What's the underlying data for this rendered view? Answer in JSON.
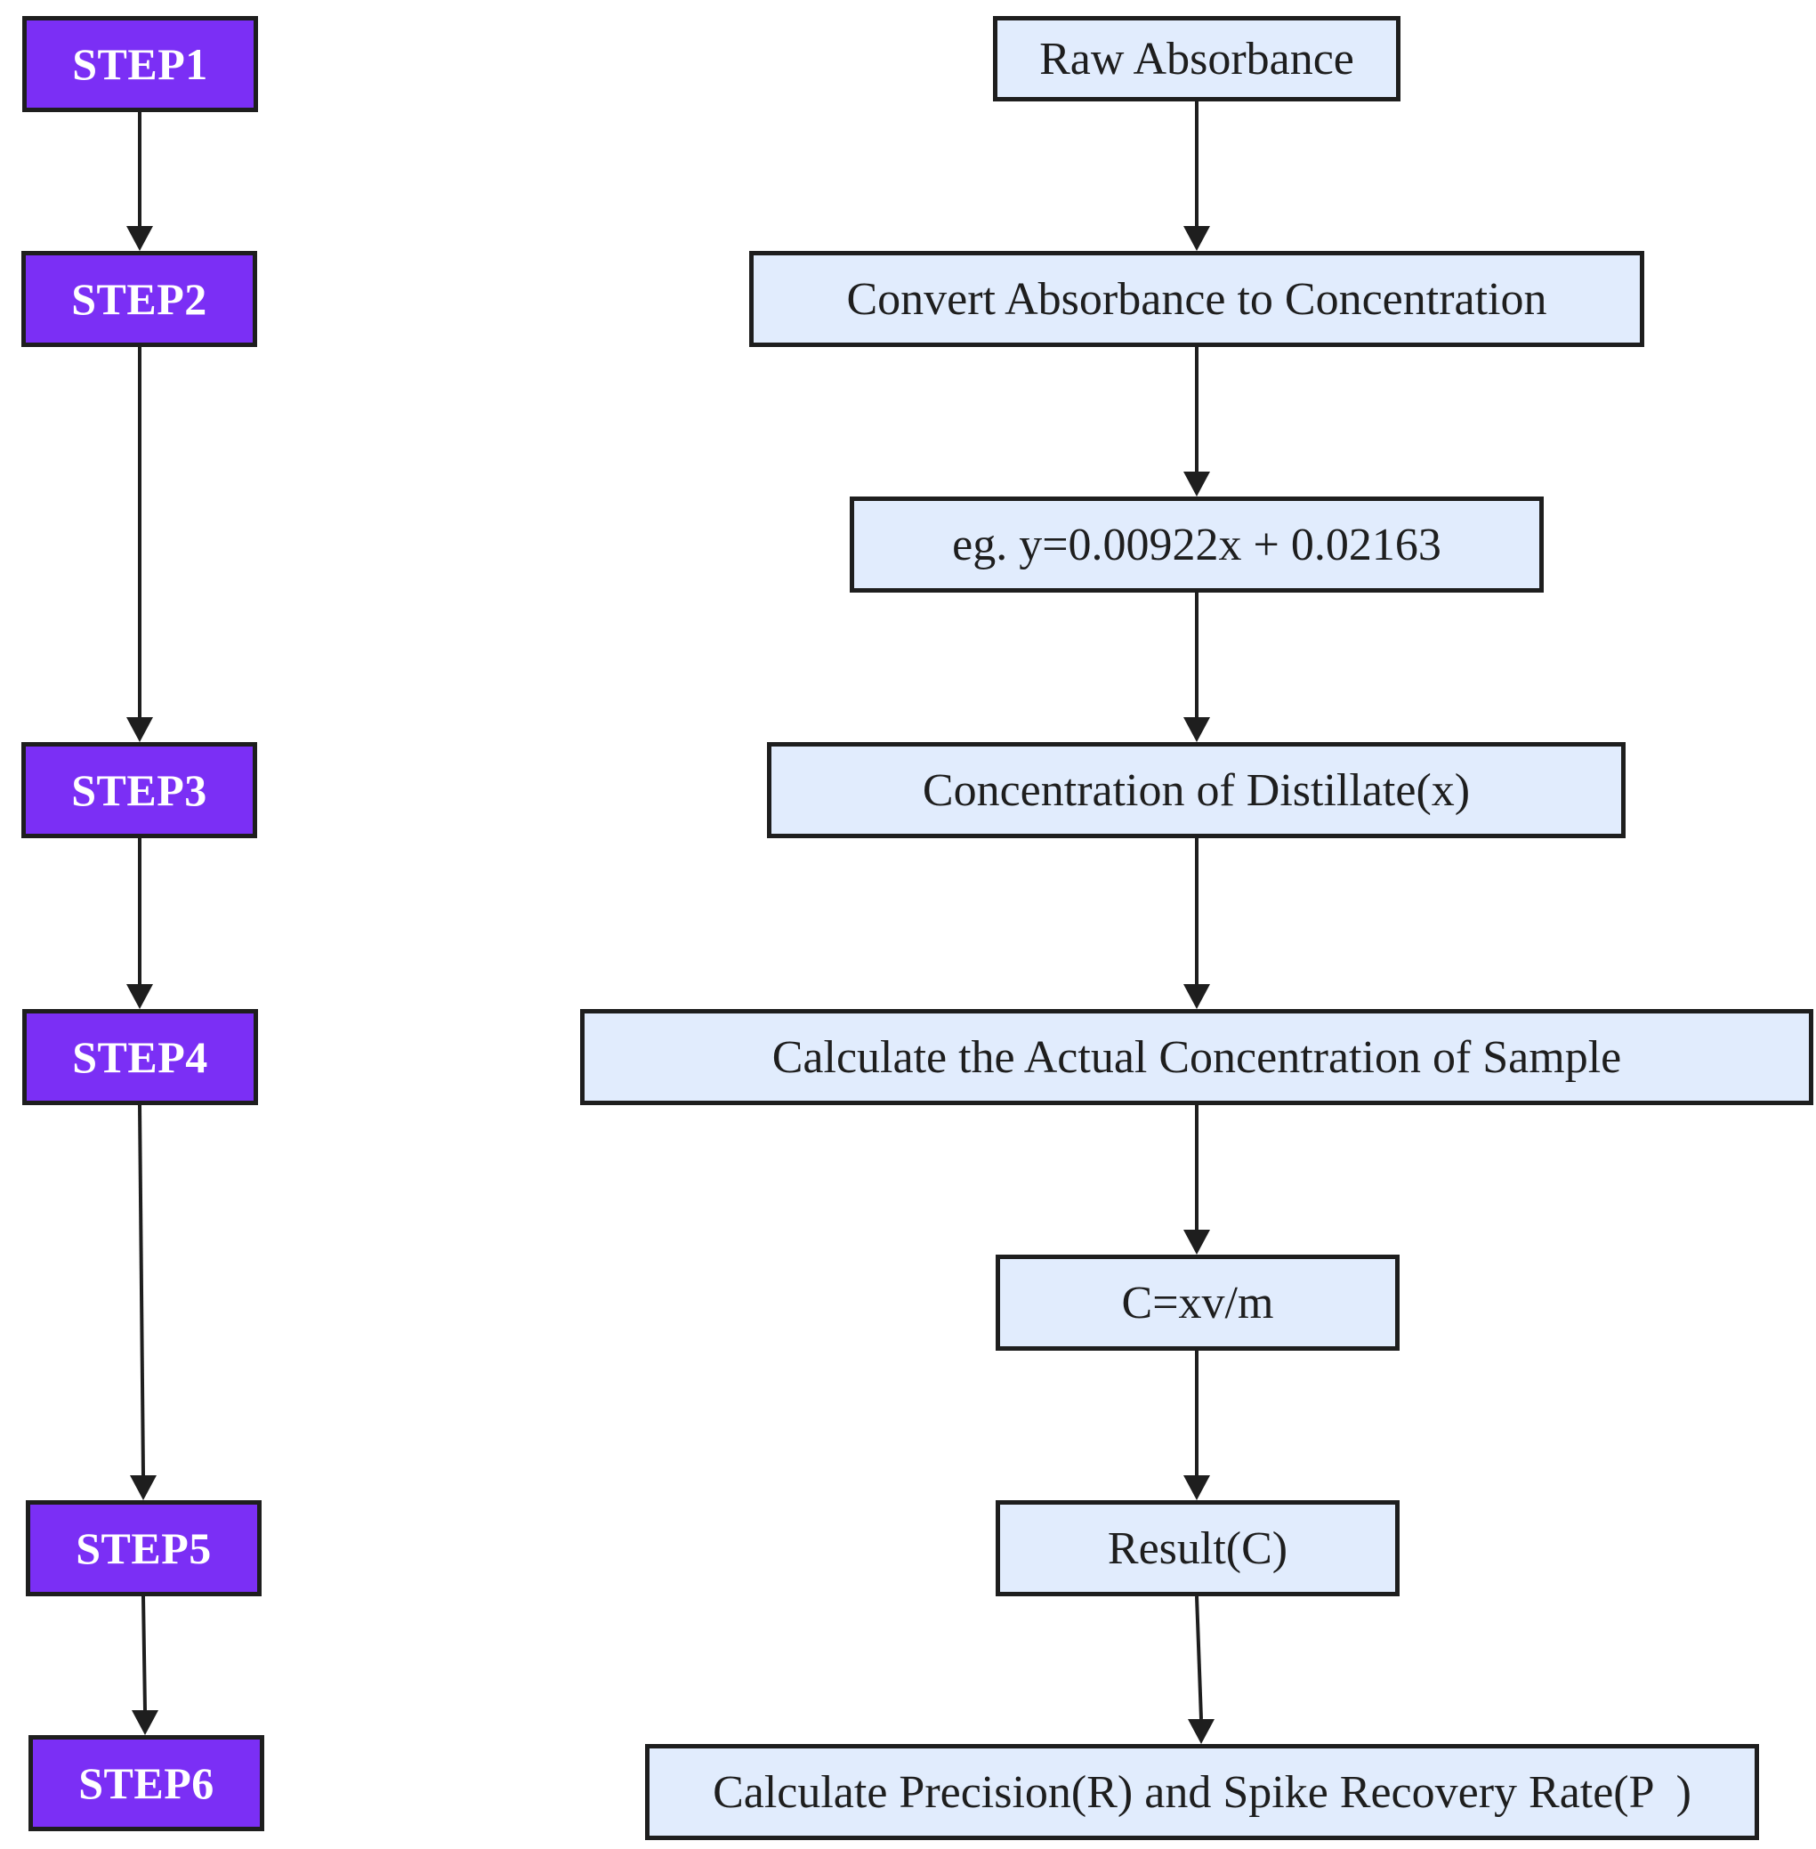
{
  "steps": [
    {
      "label": "STEP1"
    },
    {
      "label": "STEP2"
    },
    {
      "label": "STEP3"
    },
    {
      "label": "STEP4"
    },
    {
      "label": "STEP5"
    },
    {
      "label": "STEP6"
    }
  ],
  "process": [
    {
      "label": "Raw Absorbance"
    },
    {
      "label": "Convert Absorbance to Concentration"
    },
    {
      "label": "eg. y=0.00922x + 0.02163"
    },
    {
      "label": "Concentration of Distillate(x)"
    },
    {
      "label": "Calculate the Actual Concentration of Sample"
    },
    {
      "label": "C=xv/m"
    },
    {
      "label": "Result(C)"
    },
    {
      "label": "Calculate Precision(R) and Spike Recovery Rate(P  )"
    }
  ],
  "colors": {
    "step_fill": "#7b2ff5",
    "step_text": "#ffffff",
    "process_fill": "#e1ecfd",
    "border": "#1e1e1e"
  }
}
